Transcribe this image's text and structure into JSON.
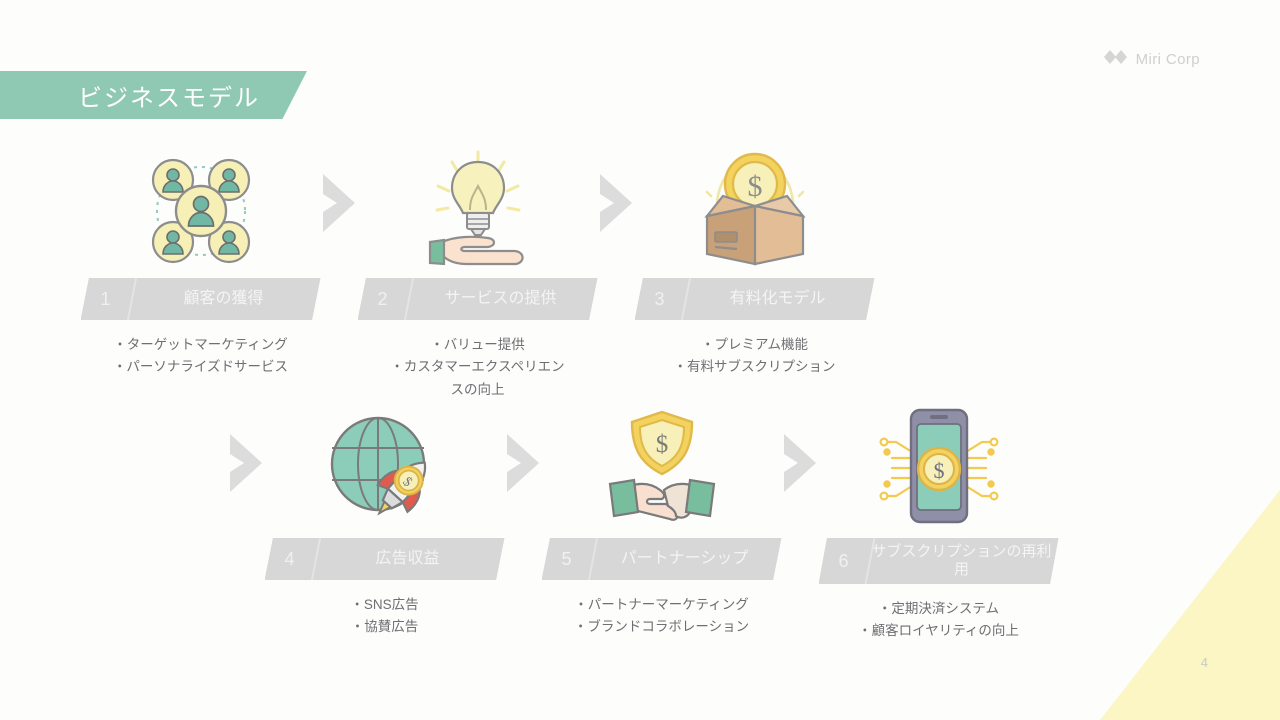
{
  "slide": {
    "title": "ビジネスモデル",
    "page_number": "4",
    "accent_color": "#8fc9b4",
    "corner_color": "#fbf6c4",
    "band_color": "#d7d7d7"
  },
  "logo": {
    "mark": "double-diamond-icon",
    "text": "Miri Corp"
  },
  "steps": [
    {
      "number": "1",
      "title": "顧客の獲得",
      "icon": "network-of-people-icon",
      "bullets": [
        "・ターゲットマーケティング",
        "・パーソナライズドサービス"
      ]
    },
    {
      "number": "2",
      "title": "サービスの提供",
      "icon": "lightbulb-on-hand-icon",
      "bullets": [
        "・バリュー提供",
        "・カスタマーエクスペリエン\nスの向上"
      ]
    },
    {
      "number": "3",
      "title": "有料化モデル",
      "icon": "box-with-coin-icon",
      "bullets": [
        "・プレミアム機能",
        "・有料サブスクリプション"
      ]
    },
    {
      "number": "4",
      "title": "広告収益",
      "icon": "globe-with-rocket-icon",
      "bullets": [
        "・SNS広告",
        "・協賛広告"
      ]
    },
    {
      "number": "5",
      "title": "パートナーシップ",
      "icon": "handshake-with-shield-icon",
      "bullets": [
        "・パートナーマーケティング",
        "・ブランドコラボレーション"
      ]
    },
    {
      "number": "6",
      "title": "サブスクリプションの再利用",
      "icon": "smartphone-payment-icon",
      "bullets": [
        "・定期決済システム",
        "・顧客ロイヤリティの向上"
      ]
    }
  ]
}
